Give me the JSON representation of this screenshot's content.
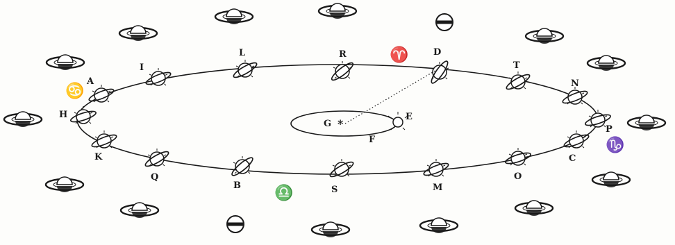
{
  "colors": {
    "ink": "#1a1a1a",
    "paper": "#fdfdfb"
  },
  "center": {
    "sun_label": "G",
    "sun_symbol": "*",
    "earth_label_e": "E",
    "earth_label_f": "F"
  },
  "orbit_positions": [
    {
      "label": "R"
    },
    {
      "label": "D"
    },
    {
      "label": "T"
    },
    {
      "label": "N"
    },
    {
      "label": "P"
    },
    {
      "label": "C"
    },
    {
      "label": "O"
    },
    {
      "label": "M"
    },
    {
      "label": "S"
    },
    {
      "label": "B"
    },
    {
      "label": "Q"
    },
    {
      "label": "K"
    },
    {
      "label": "H"
    },
    {
      "label": "A"
    },
    {
      "label": "I"
    },
    {
      "label": "L"
    }
  ],
  "zodiac_signs": [
    {
      "glyph": "♈",
      "icon": "aries-symbol"
    },
    {
      "glyph": "♎",
      "icon": "libra-symbol"
    },
    {
      "glyph": "♋",
      "icon": "cancer-symbol"
    },
    {
      "glyph": "♑",
      "icon": "capricorn-symbol"
    }
  ],
  "outer_appearances": [
    {
      "icon": "saturn-ringed-view"
    },
    {
      "icon": "saturn-ringed-view"
    },
    {
      "icon": "saturn-edge-on-view"
    },
    {
      "icon": "saturn-ringed-view"
    },
    {
      "icon": "saturn-ringed-view"
    },
    {
      "icon": "saturn-ringed-view"
    },
    {
      "icon": "saturn-ringed-view"
    },
    {
      "icon": "saturn-ringed-view"
    },
    {
      "icon": "saturn-ringed-view"
    },
    {
      "icon": "saturn-ringed-view"
    },
    {
      "icon": "saturn-edge-on-view"
    },
    {
      "icon": "saturn-ringed-view"
    },
    {
      "icon": "saturn-ringed-view"
    },
    {
      "icon": "saturn-ringed-view"
    },
    {
      "icon": "saturn-ringed-view"
    },
    {
      "icon": "saturn-ringed-view"
    },
    {
      "icon": "saturn-ringed-view"
    }
  ]
}
